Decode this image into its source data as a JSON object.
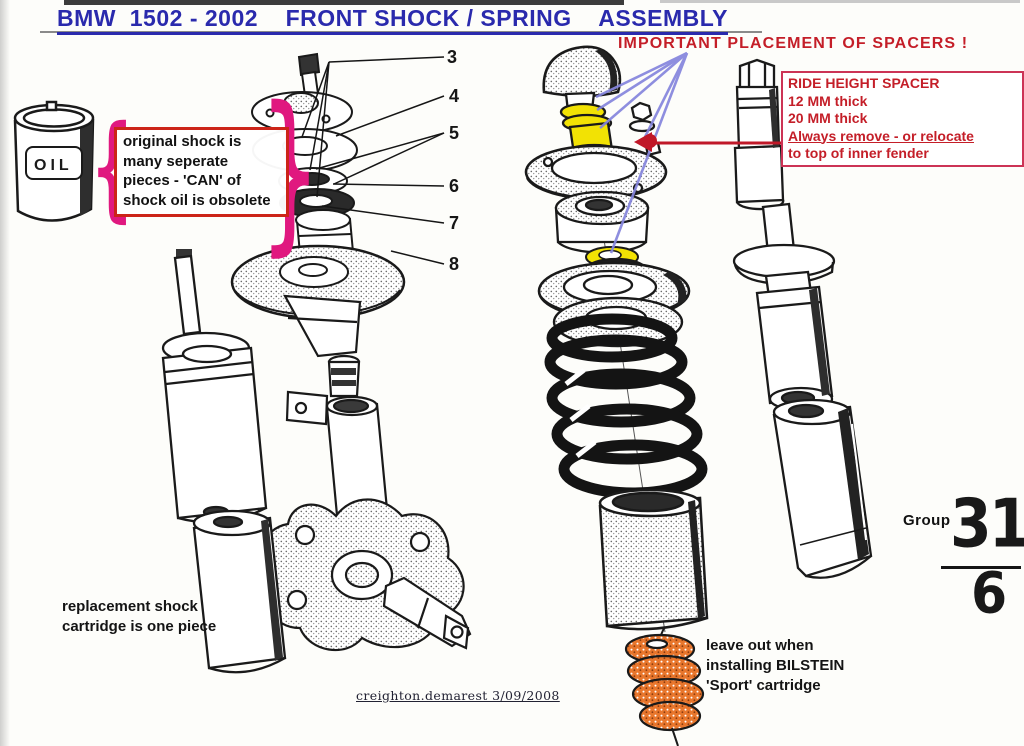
{
  "header": {
    "title": "BMW  1502 - 2002    FRONT SHOCK / SPRING    ASSEMBLY"
  },
  "notes": {
    "spacers_heading": "IMPORTANT PLACEMENT OF SPACERS !",
    "ride_height": {
      "title": "RIDE HEIGHT SPACER",
      "thickness_1": "12 MM thick",
      "thickness_2": "20 MM thick",
      "remove_line1": "Always remove - or relocate",
      "remove_line2": "to top of inner fender"
    },
    "original_shock": "original shock is many seperate pieces - 'CAN' of shock oil is obsolete",
    "replacement": {
      "line1": "replacement shock",
      "line2": "cartridge is one piece"
    },
    "bilstein": {
      "line1": "leave out when",
      "line2": "installing BILSTEIN",
      "line3": "'Sport' cartridge"
    }
  },
  "callouts": {
    "items": [
      "3",
      "4",
      "5",
      "6",
      "7",
      "8"
    ]
  },
  "oil_can_label": "OIL",
  "group": {
    "label": "Group",
    "number": "31",
    "subnumber": "6"
  },
  "signature": "creighton.demarest 3/09/2008",
  "colors": {
    "title_blue": "#2a2aad",
    "annotation_red": "#c41e28",
    "highlight_yellow": "#f2e204",
    "highlight_orange": "#e8762c",
    "brace_pink": "#e0187f",
    "pointer_blue": "#8585dd"
  }
}
